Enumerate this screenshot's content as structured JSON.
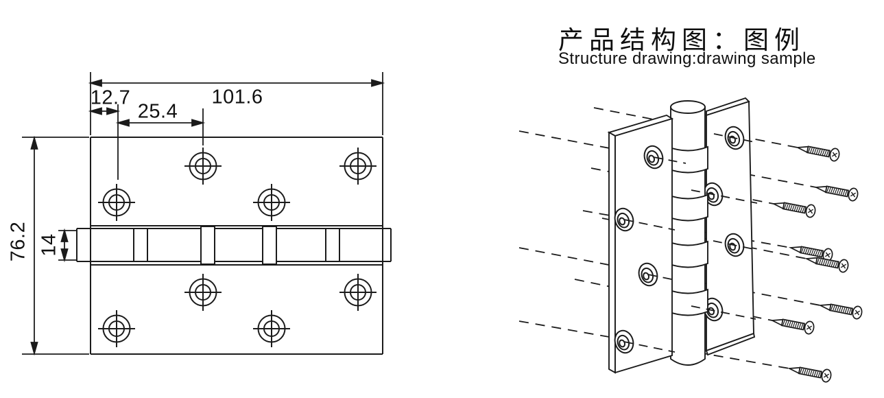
{
  "title": {
    "zh": "产品结构图：图例",
    "en": "Structure drawing:drawing sample"
  },
  "dimension_drawing": {
    "type": "hinge-plan-view",
    "dims": {
      "width": "101.6",
      "hole_edge_offset": "12.7",
      "hole_spacing": "25.4",
      "height": "76.2",
      "knuckle_width": "14"
    },
    "screw_holes": 8,
    "knuckle_segments": 5
  },
  "illustration": {
    "type": "hinge-3d-exploded",
    "leaves": 2,
    "holes_per_leaf": 4,
    "screws": 8,
    "line_color": "#1b1b1b"
  }
}
